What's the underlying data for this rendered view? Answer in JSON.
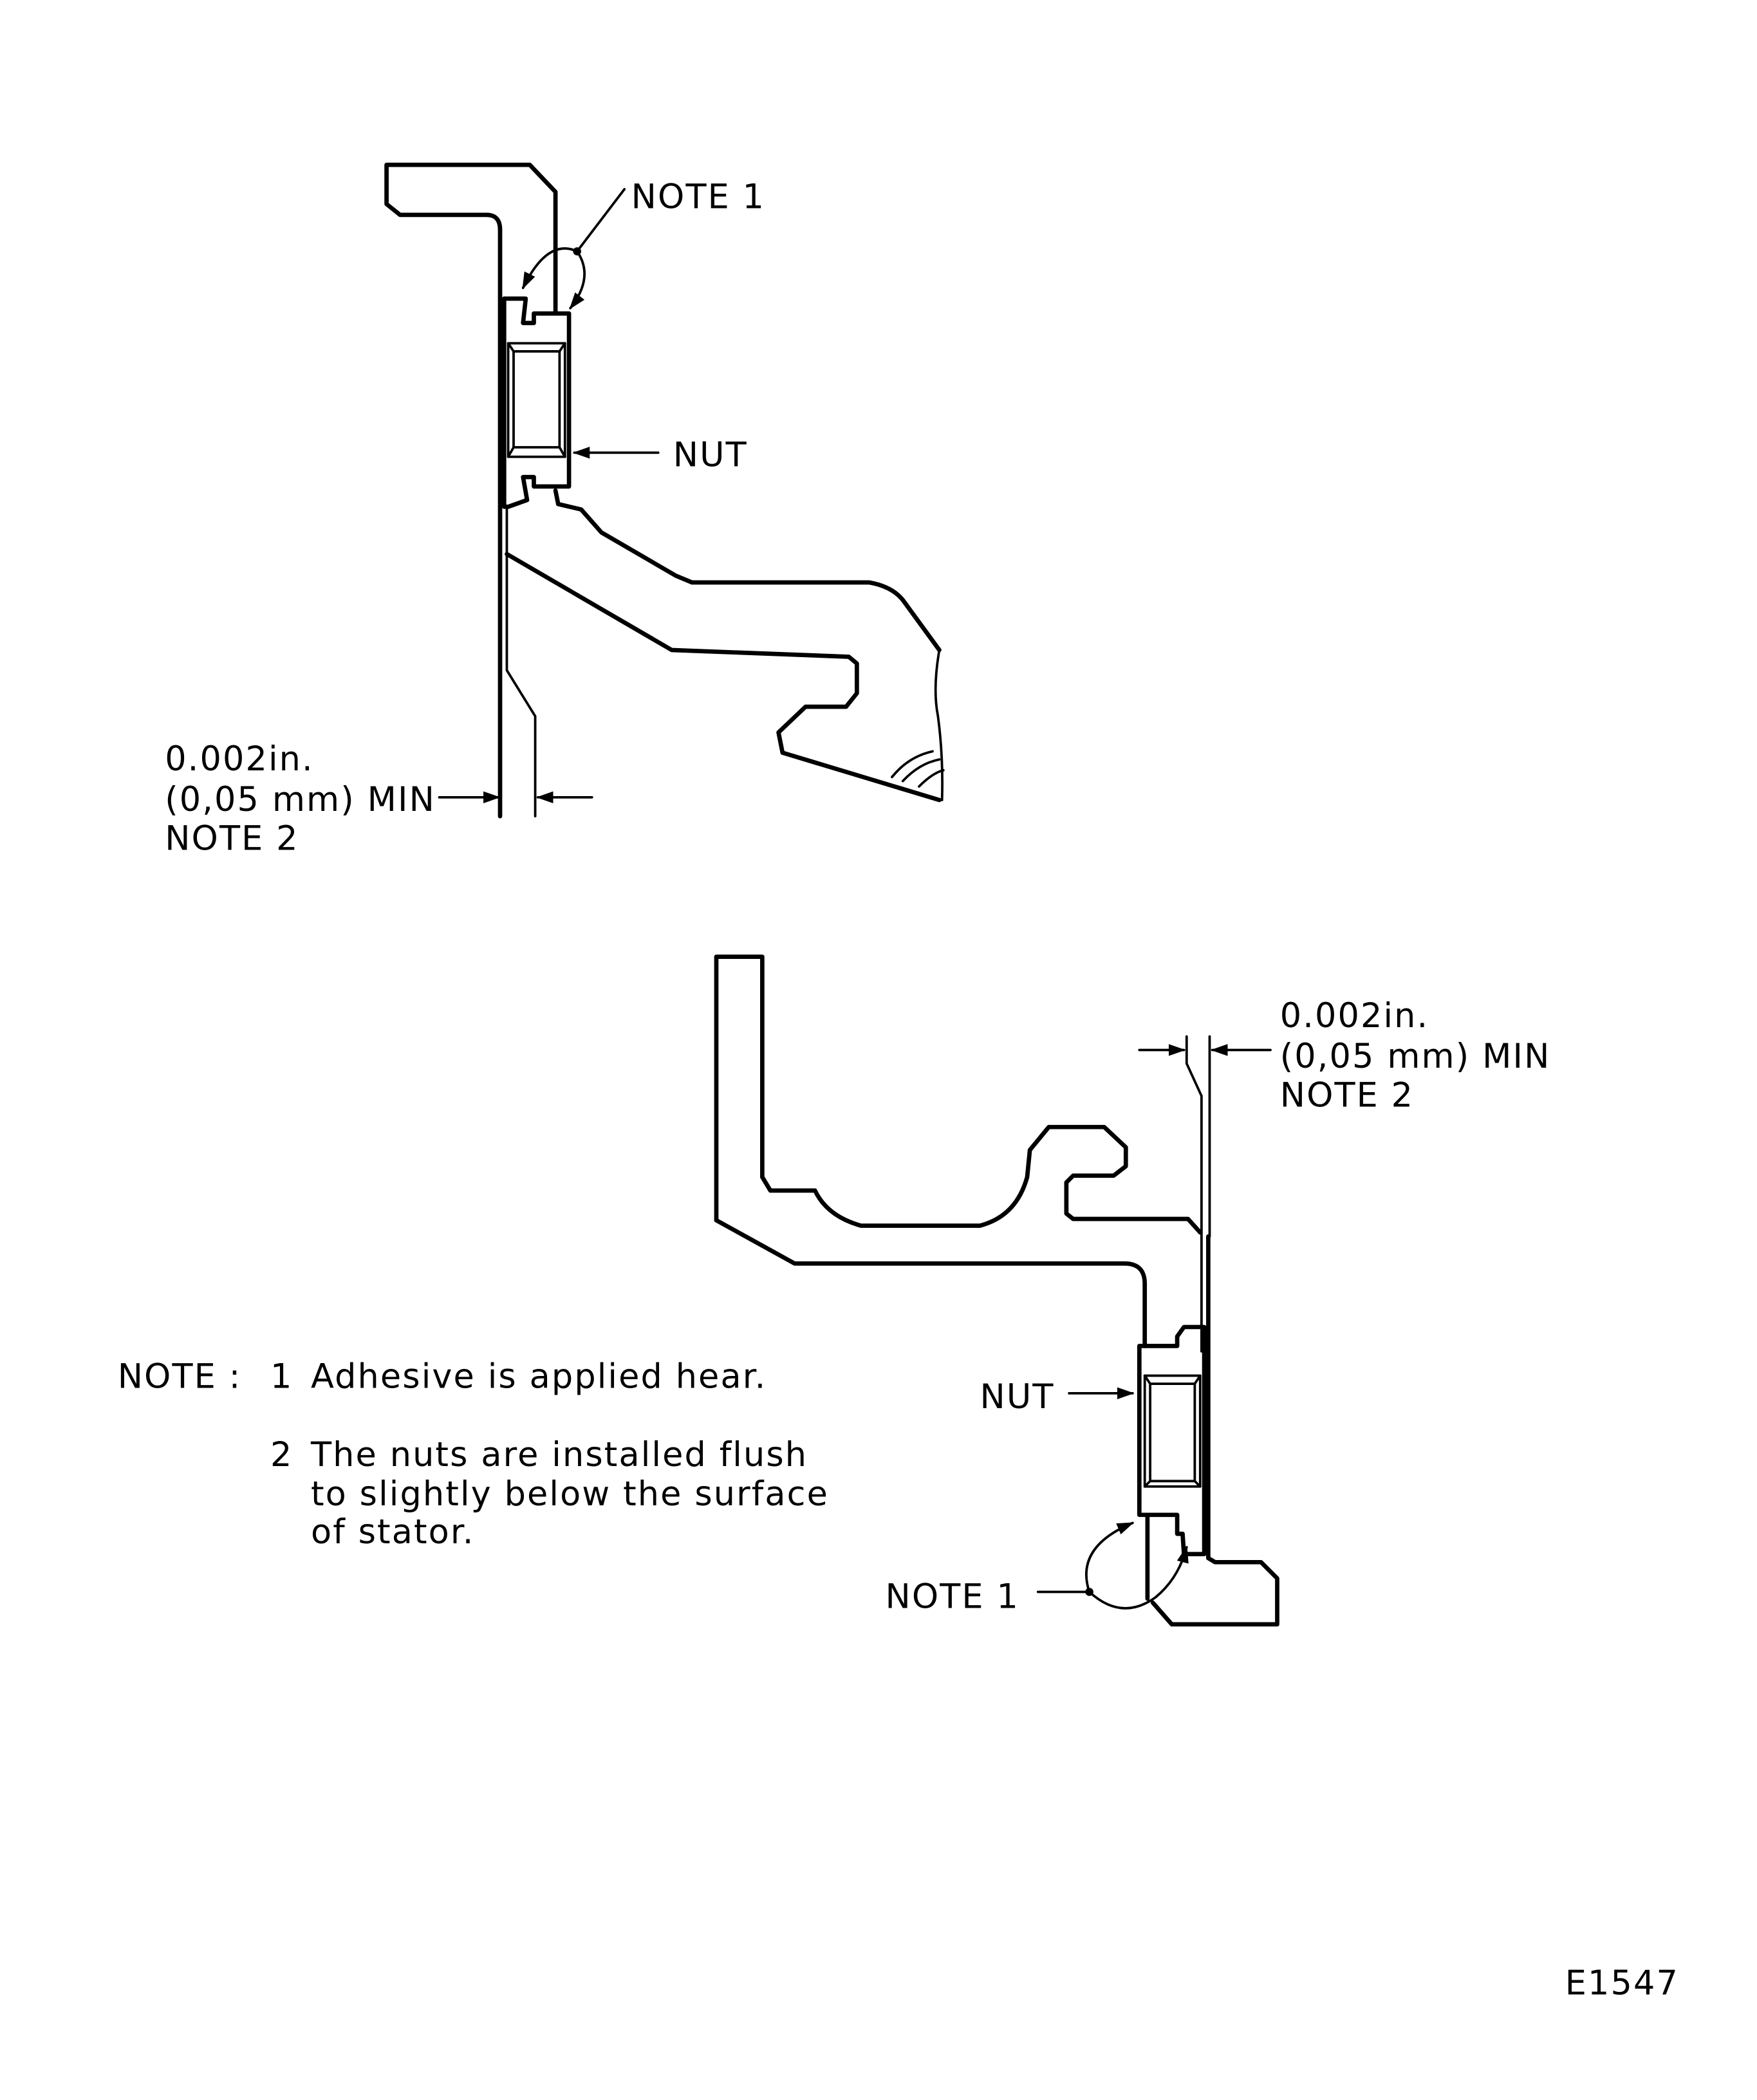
{
  "figure_id": "E1547",
  "top_view": {
    "note1_label": "NOTE  1",
    "nut_label": "NUT",
    "dimension": {
      "line1": "0.002in.",
      "line2": "(0,05 mm)  MIN",
      "line3": "NOTE  2"
    }
  },
  "bottom_view": {
    "note1_label": "NOTE  1",
    "nut_label": "NUT",
    "dimension": {
      "line1": "0.002in.",
      "line2": "(0,05 mm)  MIN",
      "line3": "NOTE  2"
    }
  },
  "notes": {
    "header": "NOTE  :",
    "items": [
      {
        "num": "1",
        "lines": [
          "Adhesive  is  applied  hear."
        ]
      },
      {
        "num": "2",
        "lines": [
          "The  nuts  are  installed  flush",
          "to  slightly  below  the  surface",
          "of  stator."
        ]
      }
    ]
  }
}
